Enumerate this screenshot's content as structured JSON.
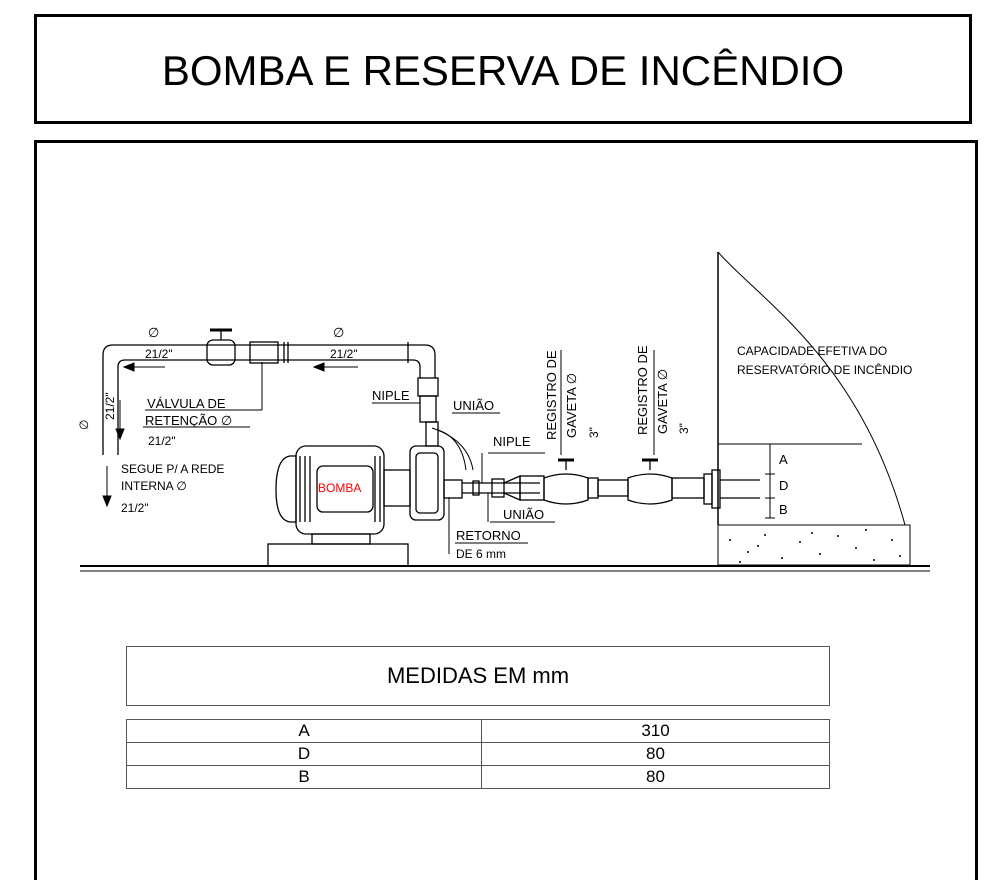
{
  "title": "BOMBA E RESERVA DE INCÊNDIO",
  "labels": {
    "diam_top_left": "∅",
    "size_top_left": "21/2\"",
    "diam_top_right": "∅",
    "size_top_right": "21/2\"",
    "diam_vertical": "∅",
    "size_vertical": "21/2\"",
    "valvula_line1": "VÁLVULA DE",
    "valvula_line2": "RETENÇÃO ∅",
    "valvula_line3": "21/2\"",
    "segue_line1": "SEGUE P/ A REDE",
    "segue_line2": "INTERNA ∅",
    "segue_line3": "21/2\"",
    "niple_top": "NIPLE",
    "uniao_top": "UNIÃO",
    "niple_mid": "NIPLE",
    "uniao_bottom": "UNIÃO",
    "bomba": "BOMBA",
    "retorno_line1": "RETORNO",
    "retorno_line2": "DE 6 mm",
    "registro1_line1": "REGISTRO DE",
    "registro1_line2": "GAVETA ∅",
    "registro1_line3": "3\"",
    "registro2_line1": "REGISTRO DE",
    "registro2_line2": "GAVETA ∅",
    "registro2_line3": "3\"",
    "capacidade_line1": "CAPACIDADE EFETIVA DO",
    "capacidade_line2": "RESERVATÓRIO DE INCÊNDIO",
    "dim_a": "A",
    "dim_d": "D",
    "dim_b": "B"
  },
  "medidas": {
    "header": "MEDIDAS EM mm",
    "rows": [
      {
        "label": "A",
        "value": "310"
      },
      {
        "label": "D",
        "value": "80"
      },
      {
        "label": "B",
        "value": "80"
      }
    ]
  },
  "colors": {
    "line": "#000000",
    "bomba_text": "#ff0000"
  }
}
